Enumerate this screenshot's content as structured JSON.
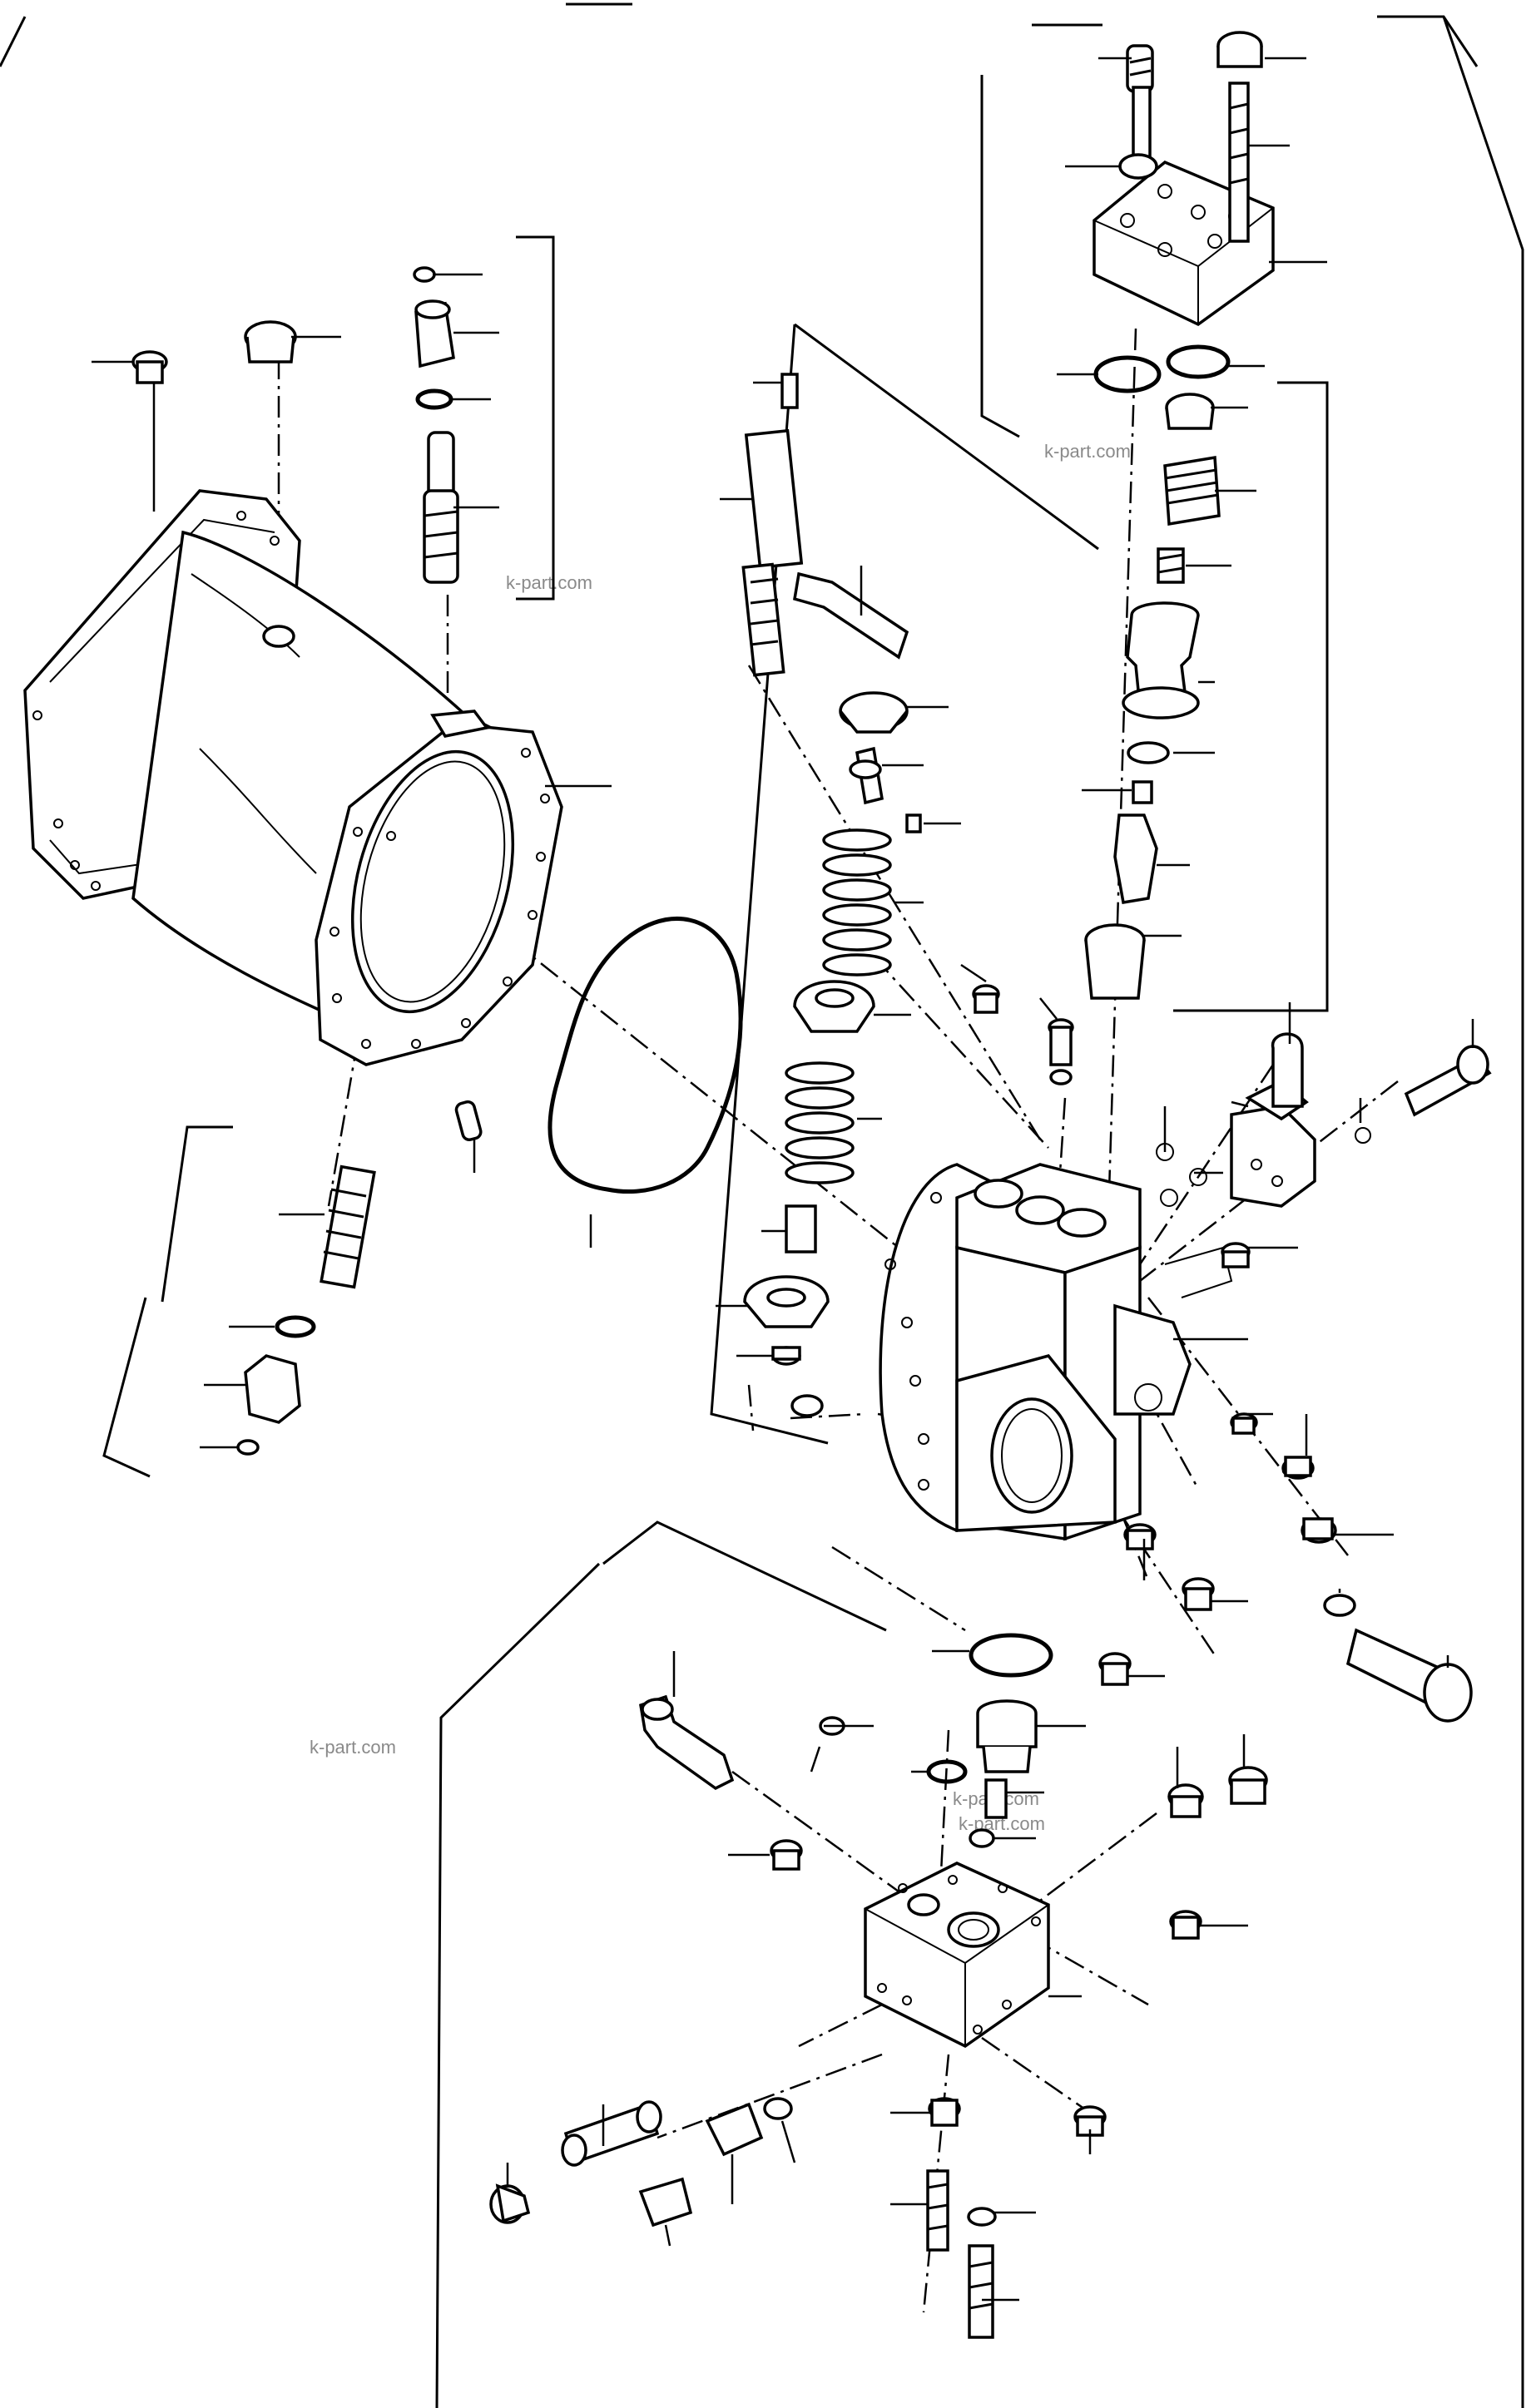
{
  "watermarks": [
    "k-part.com",
    "k-part.com",
    "k-part.com",
    "k-part.com",
    "k-part.com"
  ],
  "colors": {
    "line": "#000000",
    "background": "#ffffff",
    "watermark": "#8a8a8a"
  },
  "icons": [
    "pump-housing",
    "main-block",
    "valve-body",
    "spool",
    "springs",
    "o-rings",
    "bolts",
    "plugs"
  ]
}
